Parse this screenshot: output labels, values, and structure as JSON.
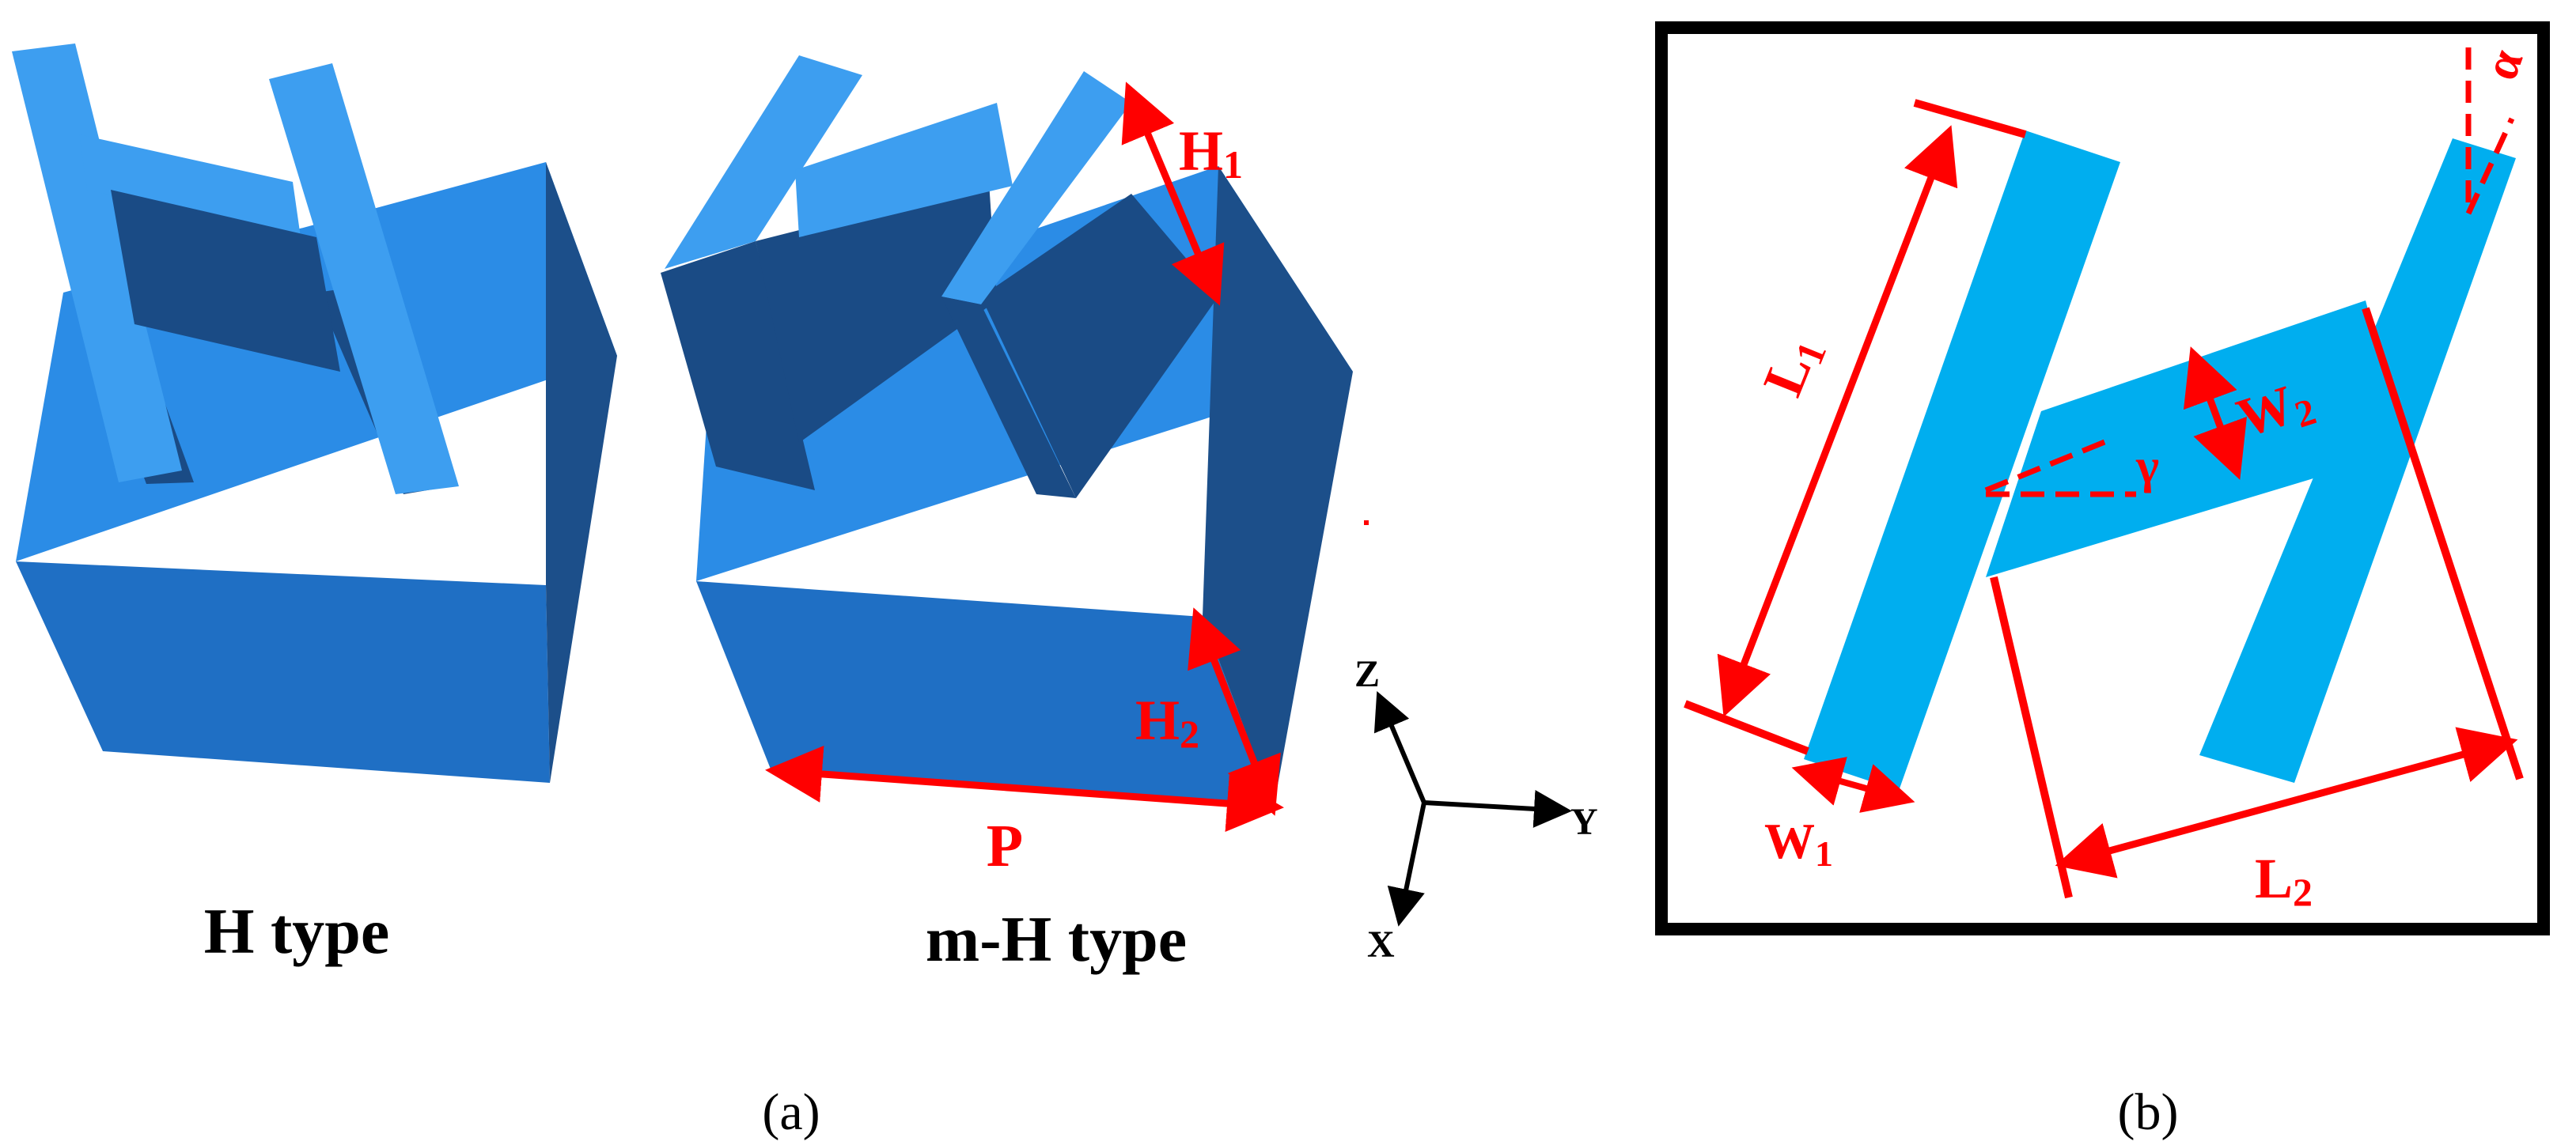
{
  "colors": {
    "cube_top": "#2b8ce6",
    "cube_front": "#1f6fc4",
    "cube_side": "#1c4f8a",
    "ridge_top": "#3d9ef0",
    "ridge_side": "#1a4b85",
    "plan_fill": "#00aeef",
    "dimension": "#ff0000",
    "axis": "#000000",
    "frame": "#000000"
  },
  "panel_a": {
    "caption": "(a)",
    "h_type_label": "H type",
    "mh_type_label": "m-H type",
    "dimensions": {
      "h1": {
        "main": "H",
        "sub": "1"
      },
      "h2": {
        "main": "H",
        "sub": "2"
      },
      "p": "P"
    },
    "axes": {
      "z": "Z",
      "y": "Y",
      "x": "X"
    }
  },
  "panel_b": {
    "caption": "(b)",
    "dimensions": {
      "l1": {
        "main": "L",
        "sub": "1"
      },
      "l2": {
        "main": "L",
        "sub": "2"
      },
      "w1": {
        "main": "W",
        "sub": "1"
      },
      "w2": {
        "main": "W",
        "sub": "2"
      },
      "alpha": "α",
      "gamma": "γ"
    }
  }
}
